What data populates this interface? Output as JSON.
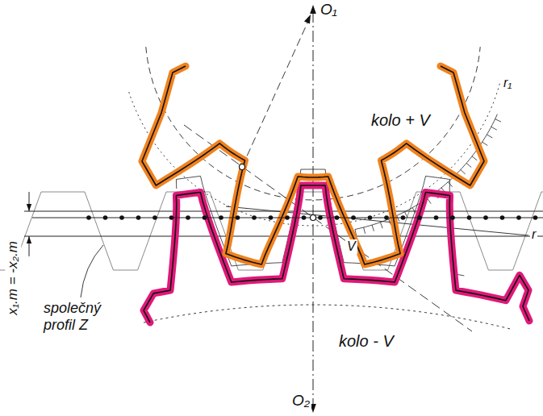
{
  "diagram": {
    "labels": [
      "O₁",
      "kolo + V",
      "r₁",
      "r",
      "x₁.m = -x₂.m",
      "V",
      "společný profil Z",
      "kolo - V",
      "O₂"
    ]
  }
}
